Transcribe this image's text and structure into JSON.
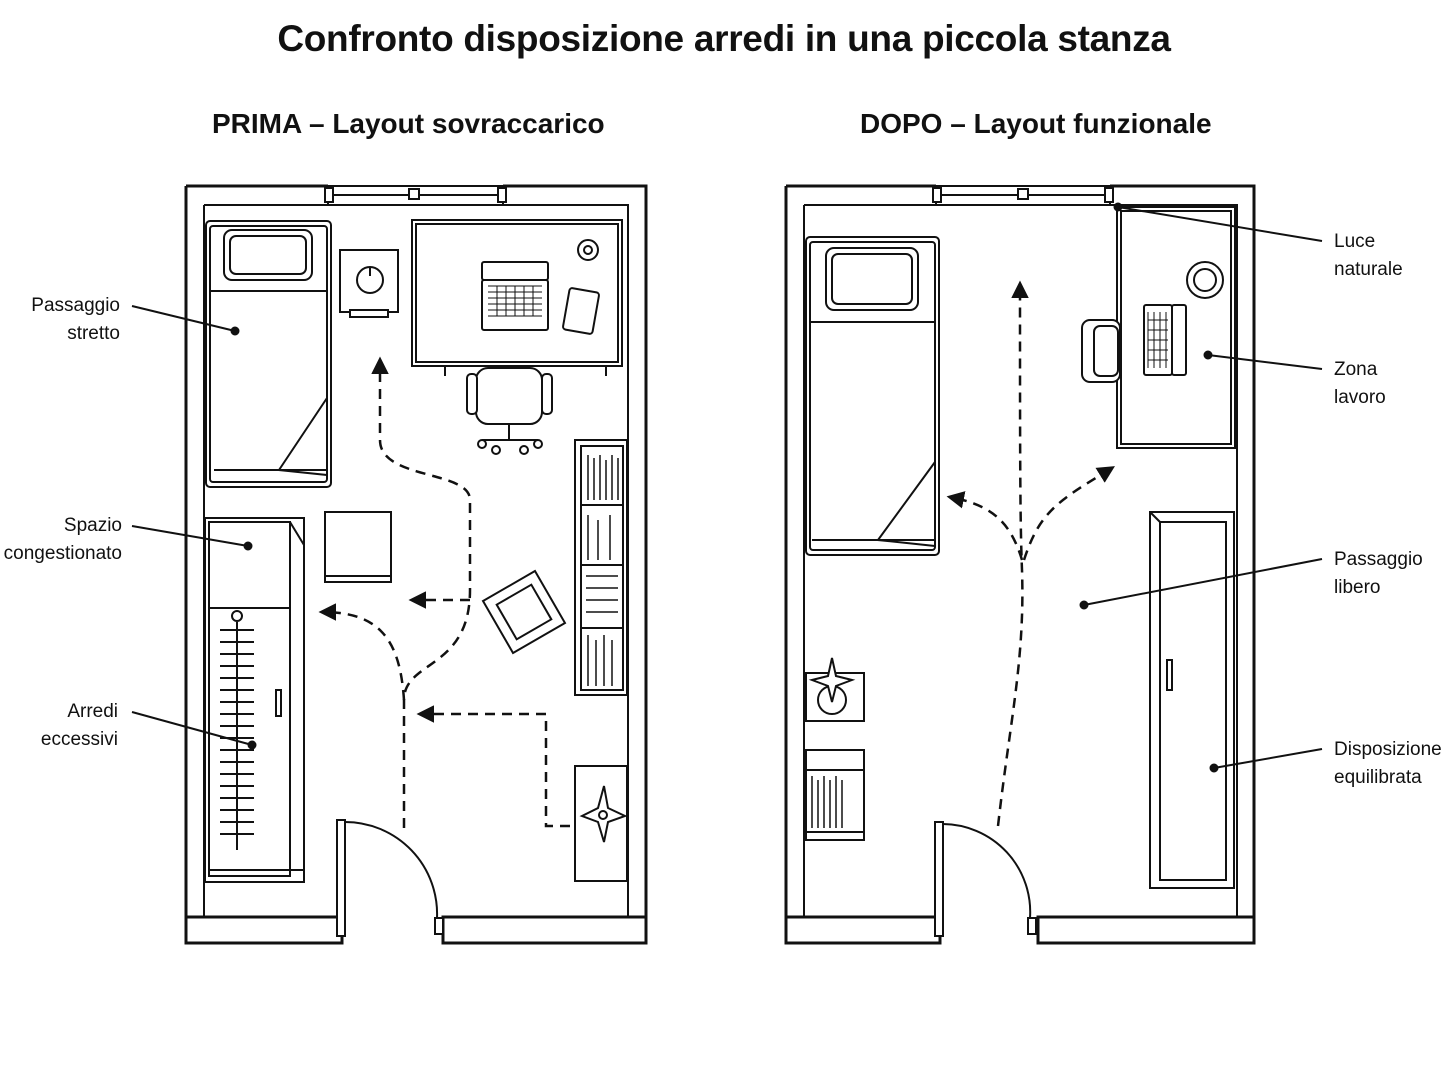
{
  "title": "Confronto disposizione arredi in una piccola stanza",
  "before": {
    "heading": "PRIMA – Layout sovraccarico",
    "callouts": [
      {
        "line1": "Passaggio",
        "line2": "stretto"
      },
      {
        "line1": "Spazio",
        "line2": "congestionato"
      },
      {
        "line1": "Arredi",
        "line2": "eccessivi"
      }
    ]
  },
  "after": {
    "heading": "DOPO – Layout funzionale",
    "callouts": [
      {
        "line1": "Luce",
        "line2": "naturale"
      },
      {
        "line1": "Zona",
        "line2": "lavoro"
      },
      {
        "line1": "Passaggio",
        "line2": "libero"
      },
      {
        "line1": "Disposizione",
        "line2": "equilibrata"
      }
    ]
  }
}
